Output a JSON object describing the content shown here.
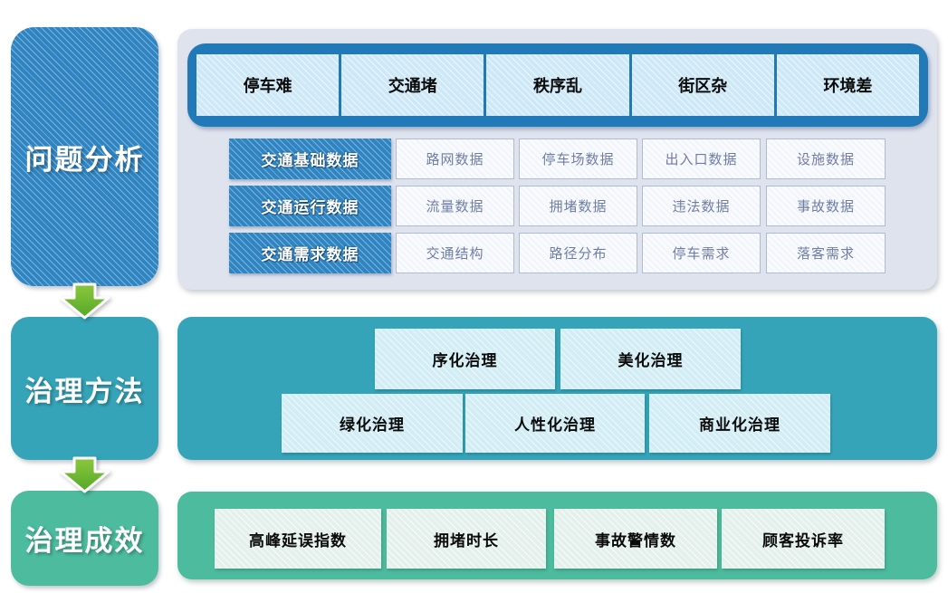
{
  "stages": [
    {
      "label": "问题分析"
    },
    {
      "label": "治理方法"
    },
    {
      "label": "治理成效"
    }
  ],
  "problems": {
    "items": [
      "停车难",
      "交通堵",
      "秩序乱",
      "街区杂",
      "环境差"
    ],
    "data_rows": [
      {
        "header": "交通基础数据",
        "cells": [
          "路网数据",
          "停车场数据",
          "出入口数据",
          "设施数据"
        ]
      },
      {
        "header": "交通运行数据",
        "cells": [
          "流量数据",
          "拥堵数据",
          "违法数据",
          "事故数据"
        ]
      },
      {
        "header": "交通需求数据",
        "cells": [
          "交通结构",
          "路径分布",
          "停车需求",
          "落客需求"
        ]
      }
    ]
  },
  "methods": {
    "row1": [
      "序化治理",
      "美化治理"
    ],
    "row2": [
      "绿化治理",
      "人性化治理",
      "商业化治理"
    ]
  },
  "outcomes": [
    "高峰延误指数",
    "拥堵时长",
    "事故警情数",
    "顾客投诉率"
  ],
  "colors": {
    "stage_blue": "#2e85c2",
    "band_blue": "#2279b8",
    "light_blue": "#cde8f6",
    "panel_gray": "#dee3ee",
    "teal": "#35a4b9",
    "light_teal": "#d2edf4",
    "green": "#4cbb9e",
    "light_green": "#e4f0ec",
    "arrow_green": "#5cb22c"
  }
}
